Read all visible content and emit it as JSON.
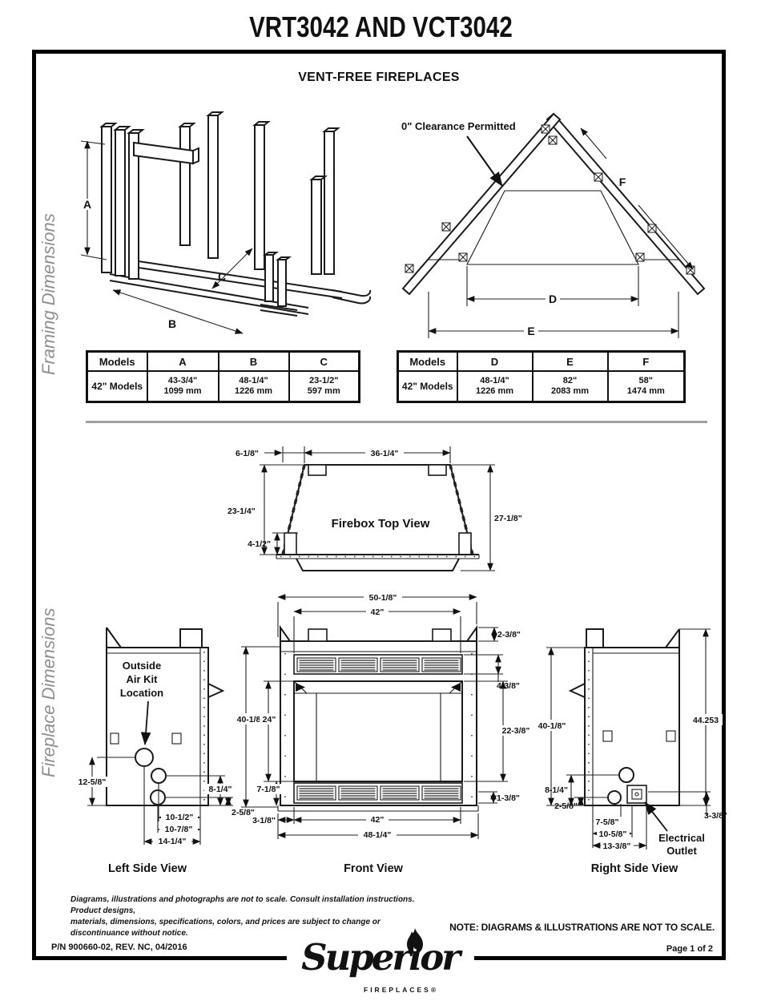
{
  "page": {
    "title": "VRT3042 AND VCT3042",
    "subtitle": "VENT-FREE FIREPLACES"
  },
  "sections": {
    "framing_label": "Framing Dimensions",
    "fireplace_label": "Fireplace Dimensions"
  },
  "framing": {
    "clearance_note": "0\" Clearance Permitted",
    "dim_letters": {
      "a": "A",
      "b": "B",
      "c": "C",
      "d": "D",
      "e": "E",
      "f": "F"
    },
    "table_abc": {
      "headers": [
        "Models",
        "A",
        "B",
        "C"
      ],
      "row_label": "42\" Models",
      "values": [
        {
          "in": "43-3/4\"",
          "mm": "1099 mm"
        },
        {
          "in": "48-1/4\"",
          "mm": "1226 mm"
        },
        {
          "in": "23-1/2\"",
          "mm": "597 mm"
        }
      ]
    },
    "table_def": {
      "headers": [
        "Models",
        "D",
        "E",
        "F"
      ],
      "row_label": "42\" Models",
      "values": [
        {
          "in": "48-1/4\"",
          "mm": "1226 mm"
        },
        {
          "in": "82\"",
          "mm": "2083 mm"
        },
        {
          "in": "58\"",
          "mm": "1474 mm"
        }
      ]
    }
  },
  "firebox_top": {
    "title": "Firebox Top View",
    "dims": {
      "offset_top_left": "6-1/8\"",
      "top_width": "36-1/4\"",
      "left_depth": "23-1/4\"",
      "front_depth": "4-1/2\"",
      "right_depth": "27-1/8\""
    }
  },
  "left_side": {
    "title": "Left Side View",
    "air_kit": [
      "Outside",
      "Air Kit",
      "Location"
    ],
    "dims": {
      "air_kit_height": "12-5/8\"",
      "mid_height": "8-1/4\"",
      "lower_height": "2-5/8\"",
      "b1": "10-1/2\"",
      "b2": "10-7/8\"",
      "b3": "14-1/4\""
    }
  },
  "front_view": {
    "title": "Front View",
    "dims": {
      "outer_width_top": "50-1/8\"",
      "inner_width_top": "42\"",
      "top_right": "2-3/8\"",
      "vent_height": "4-3/8\"",
      "opening_height": "22-3/8\"",
      "bottom_right": "1-3/8\"",
      "overall_height": "40-1/8\"",
      "opening_height_left": "24\"",
      "bottom_left_height": "7-1/8\"",
      "bottom_left_offset": "3-1/8\"",
      "inner_width_bottom": "42\"",
      "outer_width_bottom": "48-1/4\""
    }
  },
  "right_side": {
    "title": "Right Side View",
    "outlet_label": [
      "Electrical",
      "Outlet"
    ],
    "dims": {
      "overall_height": "40-1/8\"",
      "right_height": "44.253",
      "mid_height": "8-1/4\"",
      "lower_height": "2-5/8\"",
      "b1": "7-5/8\"",
      "b2": "10-5/8\"",
      "b3": "13-3/8\"",
      "right_offset": "3-3/8\""
    }
  },
  "footer": {
    "disclaimer_line1": "Diagrams, illustrations and photographs are not to scale. Consult installation instructions. Product designs,",
    "disclaimer_line2": "materials, dimensions, specifications, colors, and prices are subject to change or discontinuance without notice.",
    "note": "NOTE: DIAGRAMS & ILLUSTRATIONS ARE NOT TO SCALE.",
    "part_number": "P/N 900660-02,  REV. NC,  04/2016",
    "page_number": "Page 1 of 2",
    "logo_script": "Superior",
    "logo_sub": "FIREPLACES®"
  }
}
